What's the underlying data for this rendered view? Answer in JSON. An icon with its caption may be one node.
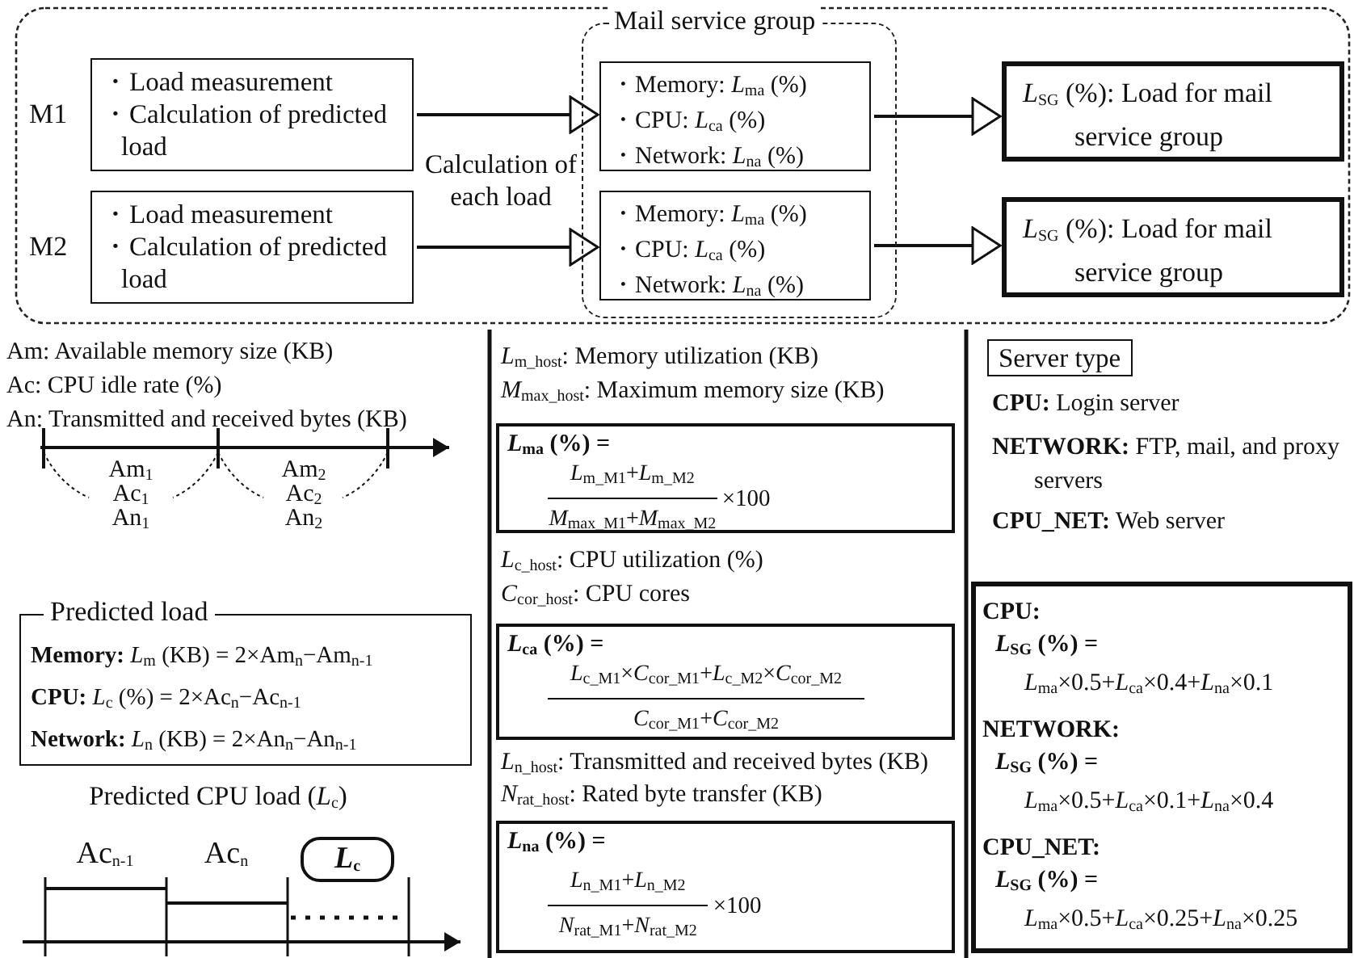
{
  "diagram": {
    "nodes": [
      {
        "text": [
          "M1",
          "・Load measurement",
          "・Calculation of predicted load"
        ]
      },
      {
        "text": [
          "M2",
          "・Load measurement",
          "・Calculation of predicted load"
        ]
      },
      {
        "text": [
          "Mail service group"
        ]
      },
      {
        "text": [
          "・Memory: *L*$_{ma}$ (%)",
          "・CPU: *L*$_{ca}$ (%)",
          "・Network: *L*$_{na}$ (%)"
        ],
        "in": 2
      },
      {
        "text": [
          "・Memory: *L*$_{ma}$ (%)",
          "・CPU: *L*$_{ca}$ (%)",
          "・Network: *L*$_{na}$ (%)"
        ],
        "in": 2
      },
      {
        "text": [
          "*L*$_{SG}$ (%): Load for mail service group"
        ]
      },
      {
        "text": [
          "*L*$_{SG}$ (%): Load for mail service group"
        ]
      },
      {
        "text": [
          "Predicted load",
          "**Memory:** *L*$_{m}$ (KB) = 2×Am$_{n}$−Am$_{n-1}$",
          "**CPU:** *L*$_{c}$ (%) = 2×Ac$_{n}$−Ac$_{n-1}$",
          "**Network:** *L*$_{n}$ (KB) = 2×An$_{n}$−An$_{n-1}$"
        ]
      },
      {
        "text": [
          "*L*$_{c}$"
        ]
      },
      {
        "text": [
          "*L*$_{ma}$ (%) =",
          "*L*$_{m_M1}$+*L*$_{m_M2}$",
          "*M*$_{max_M1}$+*M*$_{max_M2}$",
          "×100"
        ]
      },
      {
        "text": [
          "*L*$_{ca}$ (%) =",
          "*L*$_{c_M1}$×*C*$_{cor_M1}$+*L*$_{c_M2}$×*C*$_{cor_M2}$",
          "*C*$_{cor_M1}$+*C*$_{cor_M2}$"
        ]
      },
      {
        "text": [
          "*L*$_{na}$ (%) =",
          "*L*$_{n_M1}$+*L*$_{n_M2}$",
          "*N*$_{rat_M1}$+*N*$_{rat_M2}$",
          "×100"
        ]
      },
      {
        "text": [
          "Server type"
        ]
      },
      {
        "text": [
          "CPU:",
          "*L*$_{SG}$ (%) =",
          "*L*$_{ma}$×0.5+*L*$_{ca}$×0.4+*L*$_{na}$×0.1",
          "NETWORK:",
          "*L*$_{SG}$ (%) =",
          "*L*$_{ma}$×0.5+*L*$_{ca}$×0.1+*L*$_{na}$×0.4",
          "CPU_NET:",
          "*L*$_{SG}$ (%) =",
          "*L*$_{ma}$×0.5+*L*$_{ca}$×0.25+*L*$_{na}$×0.25"
        ]
      }
    ],
    "edges": [
      {
        "from": 0,
        "to": 3,
        "arrow": "to"
      },
      {
        "from": 1,
        "to": 4,
        "arrow": "to"
      },
      {
        "from": 3,
        "to": 5,
        "arrow": "to"
      },
      {
        "from": 4,
        "to": 6,
        "arrow": "to"
      }
    ],
    "labels": [
      "Calculation of each load",
      "Am: Available memory size (KB)",
      "Ac: CPU idle rate (%)",
      "An: Transmitted and received bytes (KB)",
      "Am$_{1}$",
      "Am$_{2}$",
      "Ac$_{1}$",
      "Ac$_{2}$",
      "An$_{1}$",
      "An$_{2}$",
      "Predicted CPU load (*L*$_{c}$)",
      "Ac$_{n-1}$",
      "Ac$_{n}$",
      "*L*$_{m_host}$: Memory utilization (KB)",
      "*M*$_{max_host}$: Maximum memory size (KB)",
      "*L*$_{c_host}$: CPU utilization (%)",
      "*C*$_{cor_host}$: CPU cores",
      "*L*$_{n_host}$: Transmitted and received bytes (KB)",
      "*N*$_{rat_host}$: Rated byte transfer (KB)",
      "**CPU:** Login server",
      "**NETWORK:** FTP, mail, and proxy servers",
      "**CPU_NET:** Web server"
    ]
  }
}
